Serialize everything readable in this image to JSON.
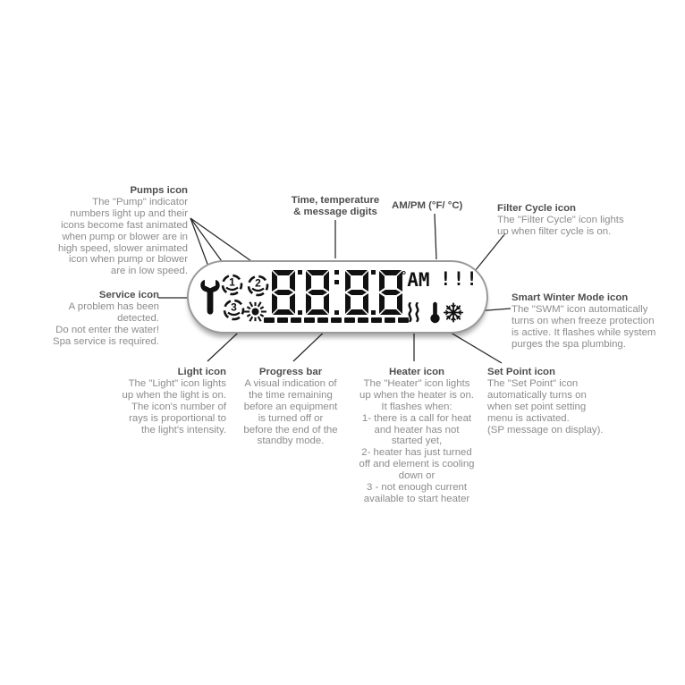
{
  "callouts": {
    "pumps": {
      "title": "Pumps icon",
      "body": [
        "The \"Pump\" indicator",
        "numbers light up and their",
        "icons become fast animated",
        "when pump or blower are in",
        "high speed, slower animated",
        "icon when pump or blower",
        "are in low speed."
      ]
    },
    "time_digits": {
      "title": [
        "Time, temperature",
        "& message digits"
      ]
    },
    "ampm": {
      "title": "AM/PM (°F/ °C)"
    },
    "filter_cycle": {
      "title": "Filter Cycle icon",
      "body": [
        "The \"Filter Cycle\" icon lights",
        "up when filter cycle is on."
      ]
    },
    "service": {
      "title": "Service icon",
      "body": [
        "A problem has been detected.",
        "Do not enter the water!",
        "Spa service is required."
      ]
    },
    "swm": {
      "title": "Smart Winter Mode icon",
      "body": [
        "The \"SWM\" icon automatically",
        "turns on when freeze protection",
        "is active. It flashes while system",
        "purges the spa plumbing."
      ]
    },
    "light": {
      "title": "Light icon",
      "body": [
        "The \"Light\" icon lights",
        "up when the light is on.",
        "The icon's number of",
        "rays is proportional to",
        "the light's intensity."
      ]
    },
    "progress": {
      "title": "Progress bar",
      "body": [
        "A visual indication of",
        "the time remaining",
        "before an equipment",
        "is turned off or",
        "before the end of the",
        "standby mode."
      ]
    },
    "heater": {
      "title": "Heater icon",
      "body": [
        "The \"Heater\" icon lights",
        "up when the heater is on.",
        "It flashes when:",
        "1- there is a call for heat",
        "and heater has not",
        "started yet,",
        "2- heater has just turned",
        "off and element is cooling",
        "down or",
        "3 - not enough current",
        "available to start heater"
      ]
    },
    "set_point": {
      "title": "Set Point icon",
      "body": [
        "The \"Set Point\" icon",
        "automatically turns on",
        "when set point setting",
        "menu is activated.",
        "(SP message on display)."
      ]
    }
  },
  "display": {
    "digits": "8888",
    "pumps": [
      {
        "number": "1"
      },
      {
        "number": "2"
      },
      {
        "number": "3"
      }
    ],
    "degree_mark": "°",
    "am_pm": "AM",
    "filter_marks": "!!!",
    "progress_segments": 11,
    "icons": {
      "service": "wrench-icon",
      "pumps": "pump-rotor-icon",
      "light": "sun-rays-icon",
      "heater": "steam-waves-icon",
      "set_point": "thermometer-icon",
      "smart_winter_mode": "snowflake-icon",
      "filter_cycle": "triple-exclamation-icon"
    }
  },
  "colors": {
    "heading": "#4d4d4d",
    "body_text": "#8c8c8c",
    "display_ink": "#111111",
    "panel_outline": "#9a9a9a",
    "leader_line": "#262626"
  }
}
